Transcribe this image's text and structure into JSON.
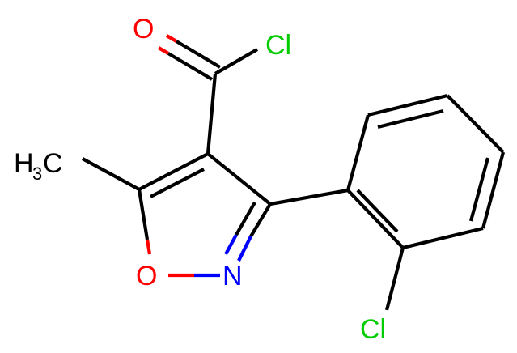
{
  "colors": {
    "bond": "#000000",
    "oxygen": "#ff0000",
    "nitrogen": "#0000ff",
    "chlorine": "#00cc00",
    "carbon_label": "#000000"
  },
  "atoms": {
    "carbonyl_oxygen": "O",
    "acyl_chlorine": "Cl",
    "methyl_main": "H",
    "methyl_c": "C",
    "methyl_sub": "3",
    "ring_oxygen": "O",
    "ring_nitrogen": "N",
    "aryl_chlorine": "Cl"
  }
}
